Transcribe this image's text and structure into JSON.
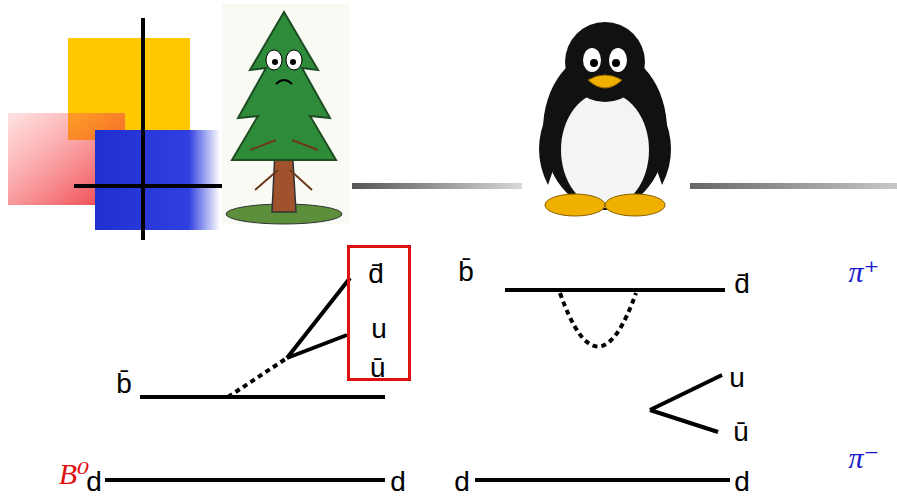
{
  "diagram": {
    "nodes": [
      {
        "text": [
          "d̄",
          "u",
          "ū"
        ]
      }
    ],
    "labels": [
      "b̄",
      "d",
      "d",
      "B⁰",
      "b̄",
      "d̄",
      "u",
      "ū",
      "d",
      "d",
      "π⁺",
      "π⁻"
    ]
  }
}
